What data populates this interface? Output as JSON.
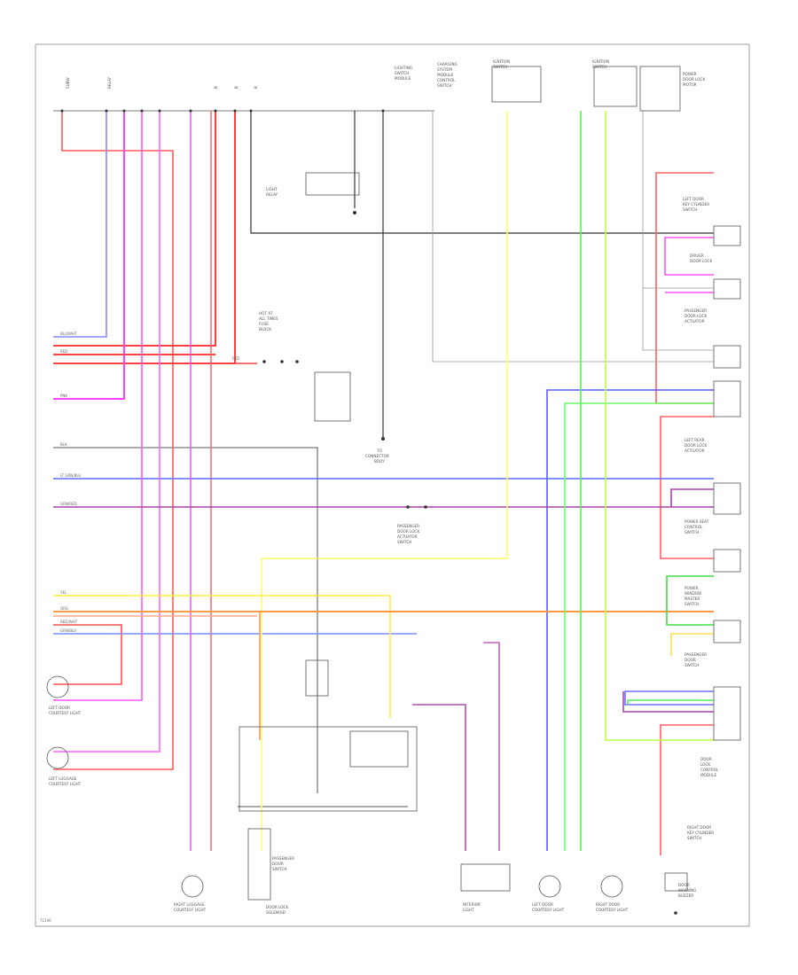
{
  "diagram": {
    "labels": {
      "top_a1": "SUBW",
      "top_a2": "RELAY",
      "top_a3": "B",
      "top_a4": "B",
      "top_a5": "B",
      "top_comp_1": "LIGHTING",
      "top_comp_2": "SWITCH",
      "top_comp_3": "MODULE",
      "top_ctrl_1": "CHARGING",
      "top_ctrl_2": "SYSTEM",
      "top_ctrl_3": "MODULE",
      "top_ctrl_4": "CONTROL",
      "top_ctrl_5": "SWITCH",
      "top_ign_1": "IGNITION",
      "top_ign_2": "SWITCH",
      "top_r1": "IGNITION",
      "top_r2": "SWITCH",
      "top_r3": "POWER",
      "top_r4": "DOOR LOCK",
      "top_r5": "MOTOR",
      "mid_left_1": "HOT AT",
      "mid_left_2": "ALL TIMES",
      "mid_left_3": "FUSE",
      "mid_left_4": "BLOCK",
      "mid_relay_1": "LIGHT",
      "mid_relay_2": "RELAY",
      "center_1": "TO",
      "center_2": "CONNECTOR",
      "center_3": "BODY",
      "pass_1": "PASSENGER",
      "pass_2": "DOOR LOCK",
      "pass_3": "ACTUATOR",
      "pass_4": "SWITCH",
      "row_lbl_1": "BLU/WHT",
      "row_lbl_2": "RED",
      "row_lbl_3": "RED",
      "row_lbl_4": "PNK",
      "row_lbl_5": "BLK",
      "row_lbl_6": "LT GRN/BLU",
      "row_lbl_7": "GRN/RED",
      "row_lbl_8": "YEL",
      "row_lbl_9": "ORG",
      "row_lbl_10": "RED/WHT",
      "row_lbl_11": "GRN/BLU",
      "left_lamp_1": "LEFT DOOR",
      "left_lamp_2": "COURTESY LIGHT",
      "left_lamp_3": "LEFT LUGGAGE",
      "left_lamp_4": "COURTESY LIGHT",
      "bottom_1": "RIGHT LUGGAGE",
      "bottom_2": "COURTESY LIGHT",
      "bottom_3": "PASSENGER",
      "bottom_4": "DOOR",
      "bottom_5": "SWITCH",
      "bottom_6": "DOOR LOCK",
      "bottom_7": "SOLENOID",
      "bottom_8": "INTERIOR",
      "bottom_9": "LIGHT",
      "bottom_10": "LEFT DOOR",
      "bottom_11": "COURTESY LIGHT",
      "bottom_12": "RIGHT DOOR",
      "bottom_13": "COURTESY LIGHT",
      "bottom_14": "DOOR",
      "bottom_15": "WARNING",
      "bottom_16": "BUZZER",
      "right_1": "LEFT DOOR",
      "right_2": "KEY CYLINDER",
      "right_3": "SWITCH",
      "right_4": "DRIVER",
      "right_5": "DOOR LOCK",
      "right_6": "PASSENGER",
      "right_7": "DOOR LOCK",
      "right_8": "ACTUATOR",
      "right_9": "LEFT REAR",
      "right_10": "DOOR LOCK",
      "right_11": "ACTUATOR",
      "right_12": "POWER SEAT",
      "right_13": "CONTROL",
      "right_14": "SWITCH",
      "right_15": "POWER",
      "right_16": "WINDOW",
      "right_17": "MASTER",
      "right_18": "SWITCH",
      "right_19": "PASSENGER",
      "right_20": "DOOR",
      "right_21": "SWITCH",
      "right_22": "RIGHT DOOR",
      "right_23": "KEY CYLINDER",
      "right_24": "SWITCH",
      "right_25": "DOOR",
      "right_26": "LOCK",
      "right_27": "CONTROL",
      "right_28": "MODULE",
      "corner": "72140"
    }
  }
}
